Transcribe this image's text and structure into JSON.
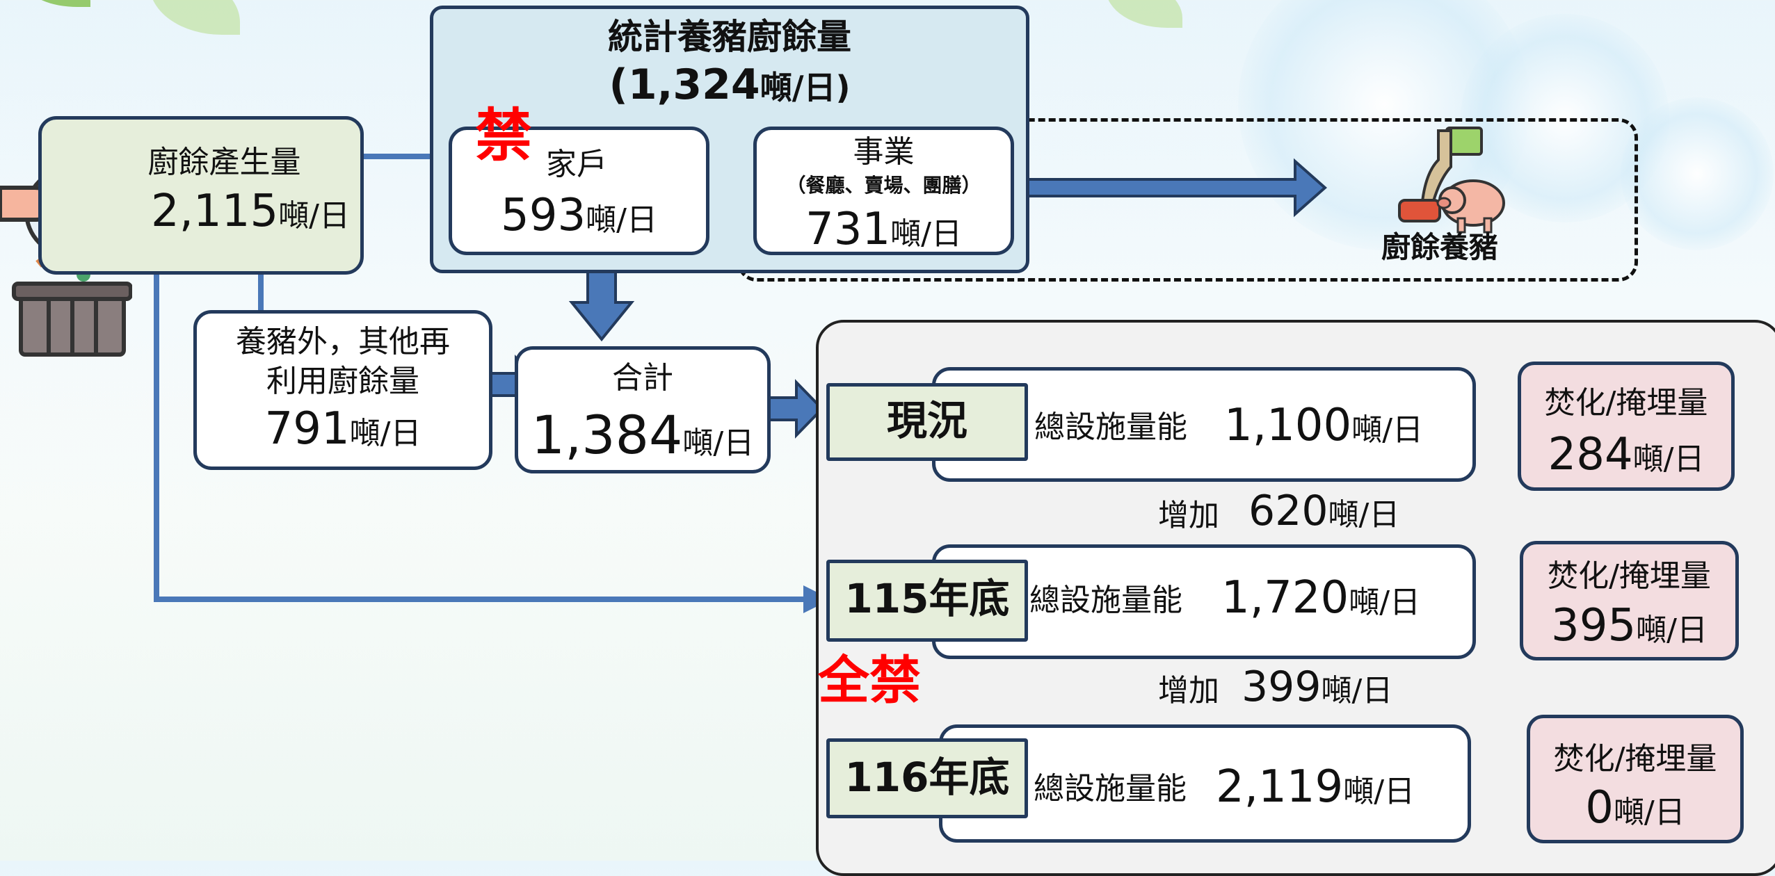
{
  "source": {
    "label": "廚餘產生量",
    "value": "2,115",
    "unit": "噸/日"
  },
  "stats": {
    "title": "統計養豬廚餘量",
    "value": "(1,324",
    "unit": "噸/日)"
  },
  "ban_mark": "禁",
  "household": {
    "label": "家戶",
    "value": "593",
    "unit": "噸/日"
  },
  "business": {
    "label": "事業",
    "sub": "（餐廳、賣場、團膳）",
    "value": "731",
    "unit": "噸/日"
  },
  "pig_feeding": {
    "label": "廚餘養豬"
  },
  "other_reuse": {
    "line1": "養豬外，其他再",
    "line2": "利用廚餘量",
    "value": "791",
    "unit": "噸/日"
  },
  "total": {
    "label": "合計",
    "value": "1,384",
    "unit": "噸/日"
  },
  "capacity_label": "總設施量能",
  "burn_label": "焚化/掩埋量",
  "stages": [
    {
      "name": "現況",
      "capacity": "1,100",
      "capacity_unit": "噸/日",
      "burn": "284",
      "burn_unit": "噸/日"
    },
    {
      "name": "115年底",
      "capacity": "1,720",
      "capacity_unit": "噸/日",
      "burn": "395",
      "burn_unit": "噸/日"
    },
    {
      "name": "116年底",
      "capacity": "2,119",
      "capacity_unit": "噸/日",
      "burn": "0",
      "burn_unit": "噸/日"
    }
  ],
  "increases": [
    {
      "label": "增加",
      "value": "620",
      "unit": "噸/日"
    },
    {
      "label": "增加",
      "value": "399",
      "unit": "噸/日"
    }
  ],
  "full_ban": "全禁",
  "colors": {
    "navy": "#233a5c",
    "arrow": "#4a78b8",
    "stage_fill": "#e6eedb",
    "burn_fill": "#f3dde0",
    "stats_fill": "#d6e9f1",
    "peach": "#f9d5b5",
    "red": "#ff0000"
  },
  "icons": {
    "food_waste": "food-waste-bin-icon",
    "pig": "pig-feeding-icon"
  }
}
